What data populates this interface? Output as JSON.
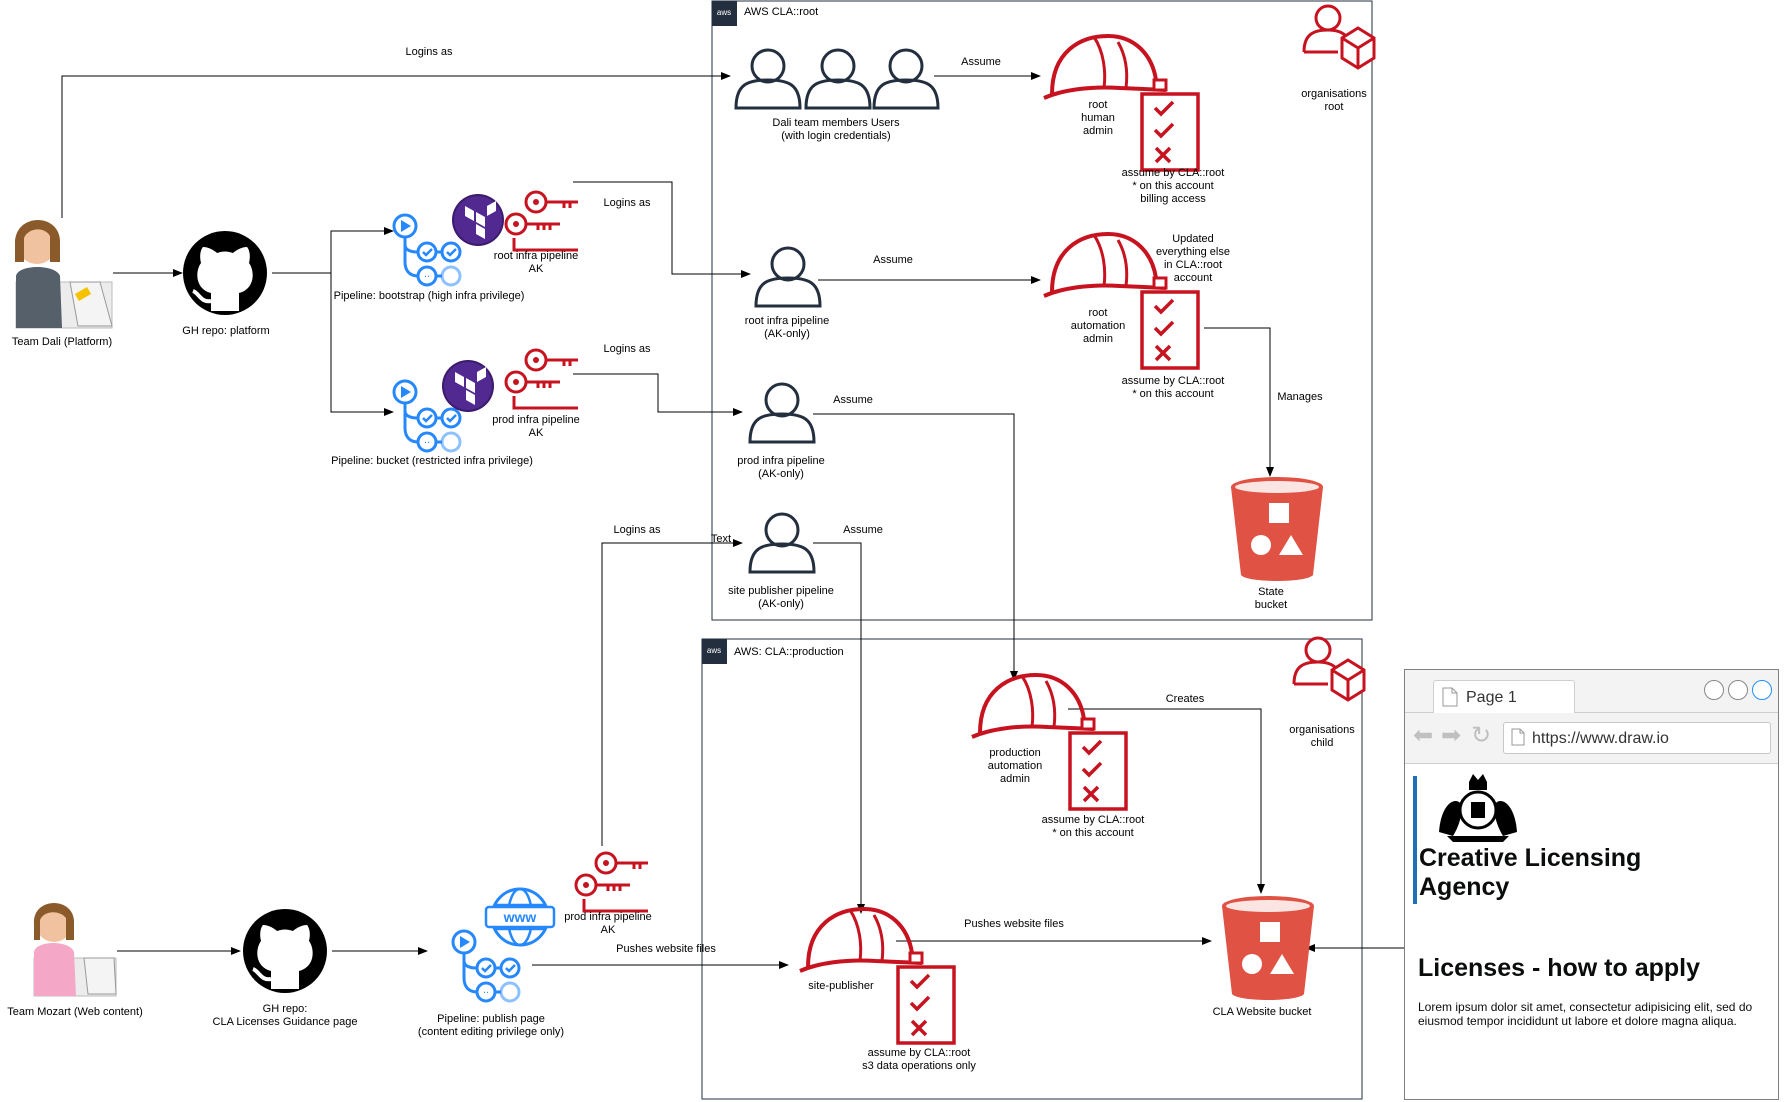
{
  "accounts": {
    "root": {
      "name": "AWS CLA::root",
      "badge": "aws"
    },
    "production": {
      "name": "AWS: CLA::production",
      "badge": "aws"
    }
  },
  "teams": {
    "dali": "Team Dali (Platform)",
    "mozart": "Team Mozart (Web content)"
  },
  "repos": {
    "platform": "GH repo: platform",
    "guidance": "GH repo:\nCLA Licenses Guidance page"
  },
  "pipelines": {
    "bootstrap": "Pipeline: bootstrap (high infra privilege)",
    "bucket": "Pipeline: bucket (restricted infra privilege)",
    "publish": "Pipeline: publish page\n(content editing privilege only)"
  },
  "keys": {
    "root_ak": "root infra pipeline\nAK",
    "prod_ak": "prod infra pipeline\nAK",
    "prod_ak_mozart": "prod infra pipeline\nAK"
  },
  "users": {
    "dali_team": "Dali team members Users\n(with login credentials)",
    "root_pipeline": "root infra pipeline\n(AK-only)",
    "prod_pipeline": "prod infra pipeline\n(AK-only)",
    "site_pipeline": "site publisher pipeline\n(AK-only)"
  },
  "roles": {
    "root_human": "root\nhuman\nadmin",
    "root_human_note": "assume by CLA::root\n* on this account\nbilling access",
    "root_automation": "root\nautomation\nadmin",
    "root_automation_top": "Updated\neverything else\nin CLA::root\naccount",
    "root_automation_note": "assume by CLA::root\n* on this account",
    "prod_automation": "production\nautomation\nadmin",
    "prod_automation_note": "assume by CLA::root\n* on this account",
    "site_publisher": "site-publisher",
    "site_publisher_note": "assume by CLA::root\ns3 data operations only"
  },
  "orgs": {
    "root": "organisations\nroot",
    "child": "organisations\nchild"
  },
  "buckets": {
    "state": "State\nbucket",
    "website": "CLA Website bucket"
  },
  "edges": {
    "logins_as_1": "Logins as",
    "assume_1": "Assume",
    "logins_as_2": "Logins as",
    "assume_2": "Assume",
    "logins_as_3": "Logins as",
    "assume_3": "Assume",
    "logins_as_4": "Logins as",
    "text_stub": "Text",
    "assume_4": "Assume",
    "manages": "Manages",
    "creates": "Creates",
    "pushes_1": "Pushes website files",
    "pushes_2": "Pushes website files"
  },
  "browser": {
    "tab": "Page 1",
    "url": "https://www.draw.io",
    "brand": "Creative Licensing\nAgency",
    "heading": "Licenses - how to apply",
    "paragraph": "Lorem ipsum dolor sit amet, consectetur adipisicing elit, sed do eiusmod tempor incididunt ut labore et dolore magna aliqua."
  },
  "colors": {
    "aws_red": "#c7131f",
    "bucket_red": "#e05243",
    "actions_blue": "#2688ff",
    "terraform_purple": "#7b42bc",
    "line": "#000000"
  }
}
